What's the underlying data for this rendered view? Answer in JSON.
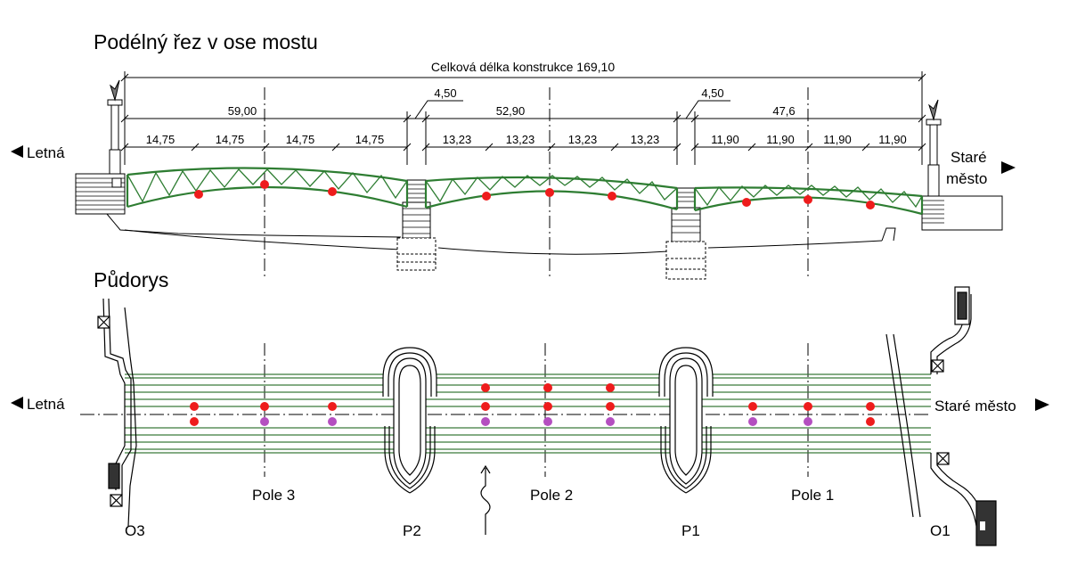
{
  "titles": {
    "section": "Podélný řez v ose mostu",
    "plan": "Půdorys"
  },
  "dimensions": {
    "total": "Celková délka konstrukce 169,10",
    "gaps": [
      "4,50",
      "4,50"
    ],
    "spans": [
      "59,00",
      "52,90",
      "47,6"
    ],
    "sub_left": [
      "14,75",
      "14,75",
      "14,75",
      "14,75"
    ],
    "sub_mid": [
      "13,23",
      "13,23",
      "13,23",
      "13,23"
    ],
    "sub_right": [
      "11,90",
      "11,90",
      "11,90",
      "11,90"
    ]
  },
  "banks": {
    "left": "Letná",
    "right_line1": "Staré",
    "right_line2": "město",
    "left_plan": "Letná",
    "right_plan": "Staré město"
  },
  "span_labels": [
    "Pole 3",
    "Pole 2",
    "Pole 1"
  ],
  "supports": [
    "O3",
    "P2",
    "P1",
    "O1"
  ],
  "colors": {
    "truss": "#2e7d32",
    "deck_lines": "#3a7a3a",
    "point_red": "#ee1c1c",
    "point_purple": "#b44fc0",
    "linework": "#000000"
  }
}
